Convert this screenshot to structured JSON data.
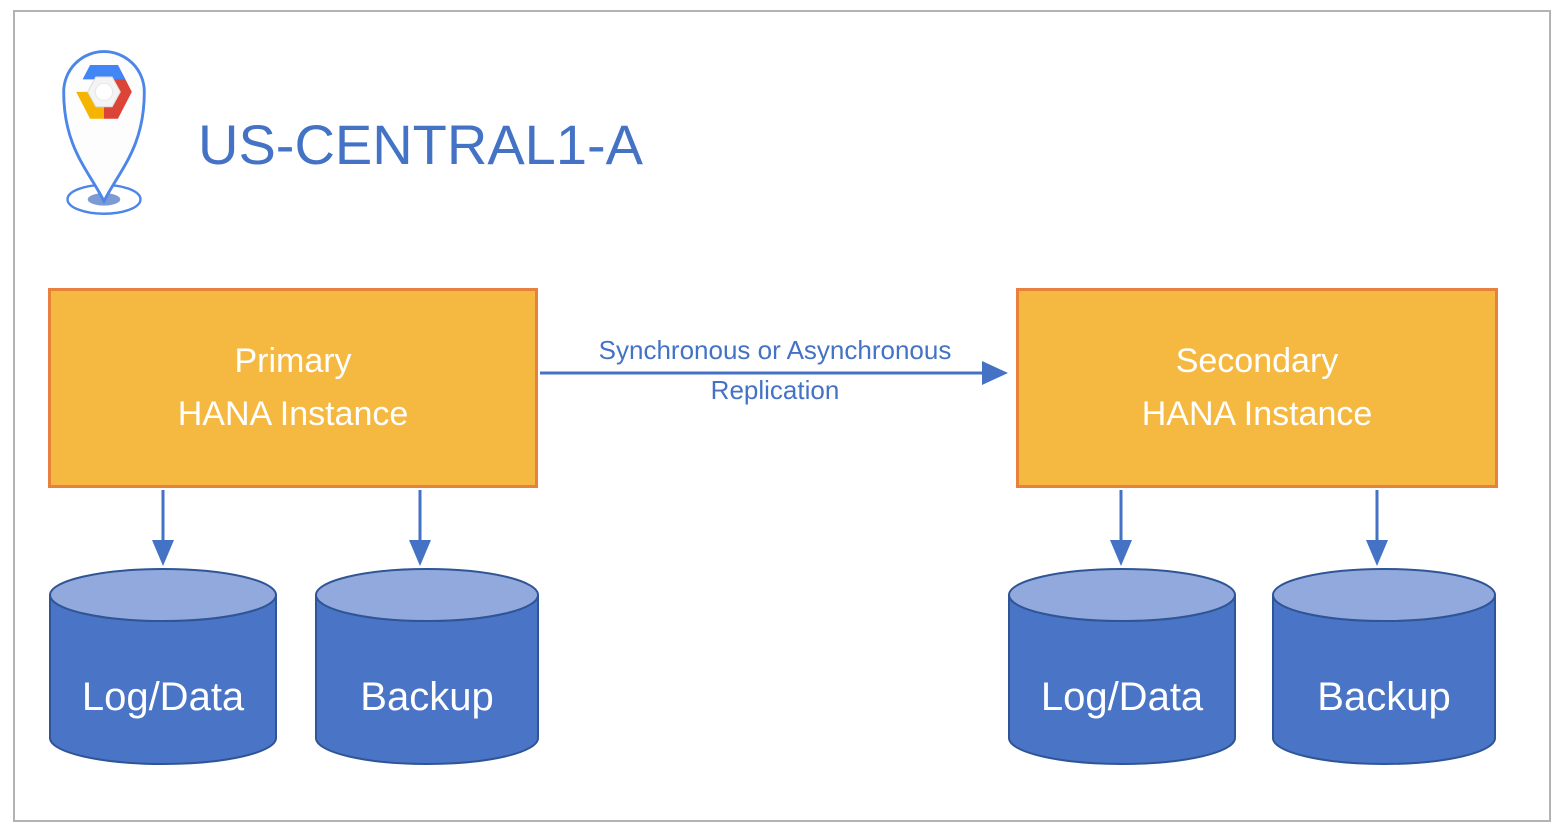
{
  "zone": {
    "title": "US-CENTRAL1-A",
    "icon": "gcp-location-pin"
  },
  "nodes": {
    "primary": {
      "line1": "Primary",
      "line2": "HANA Instance"
    },
    "secondary": {
      "line1": "Secondary",
      "line2": "HANA Instance"
    }
  },
  "replication_arrow": {
    "label_line1": "Synchronous or Asynchronous",
    "label_line2": "Replication",
    "direction": "primary-to-secondary"
  },
  "disks": {
    "primary": [
      {
        "label": "Log/Data"
      },
      {
        "label": "Backup"
      }
    ],
    "secondary": [
      {
        "label": "Log/Data"
      },
      {
        "label": "Backup"
      }
    ]
  },
  "colors": {
    "accent": "#4472C4",
    "node_fill": "#F5B942",
    "node_border": "#E8813B",
    "cylinder_body": "#4A74C6",
    "cylinder_top": "#91A9DC",
    "cylinder_stroke": "#2F5597",
    "frame": "#B3B3B3",
    "pin_stroke": "#4C86E8",
    "logo_blue": "#4285F4",
    "logo_red": "#DB4437",
    "logo_yellow": "#F4B400"
  }
}
